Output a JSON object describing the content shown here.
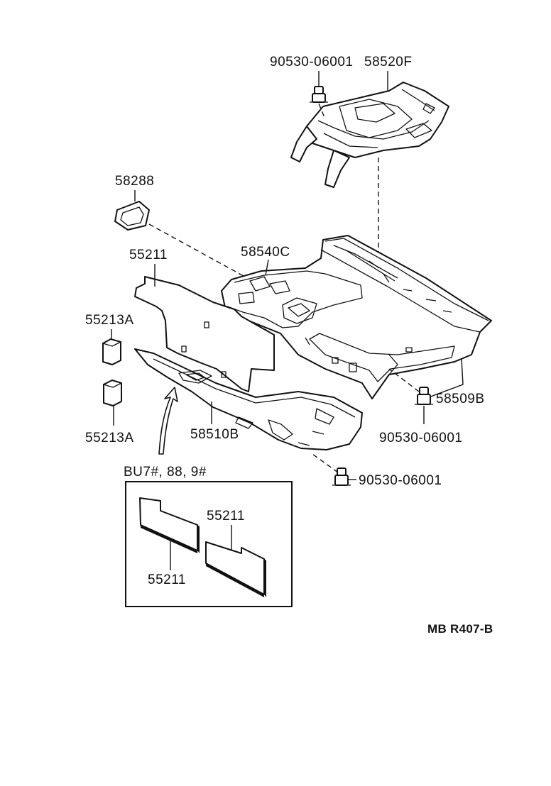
{
  "diagram": {
    "labels": {
      "clip_top": "90530-06001",
      "part_58520F": "58520F",
      "part_58288": "58288",
      "part_55211_main": "55211",
      "part_58540C": "58540C",
      "part_55213A_upper": "55213A",
      "part_58509B": "58509B",
      "clip_right": "90530-06001",
      "part_55213A_lower": "55213A",
      "part_58510B": "58510B",
      "variant_note": "BU7#, 88, 9#",
      "clip_bottom": "90530-06001",
      "inset_55211_right": "55211",
      "inset_55211_left": "55211",
      "figure_ref": "MB R407-B"
    }
  }
}
